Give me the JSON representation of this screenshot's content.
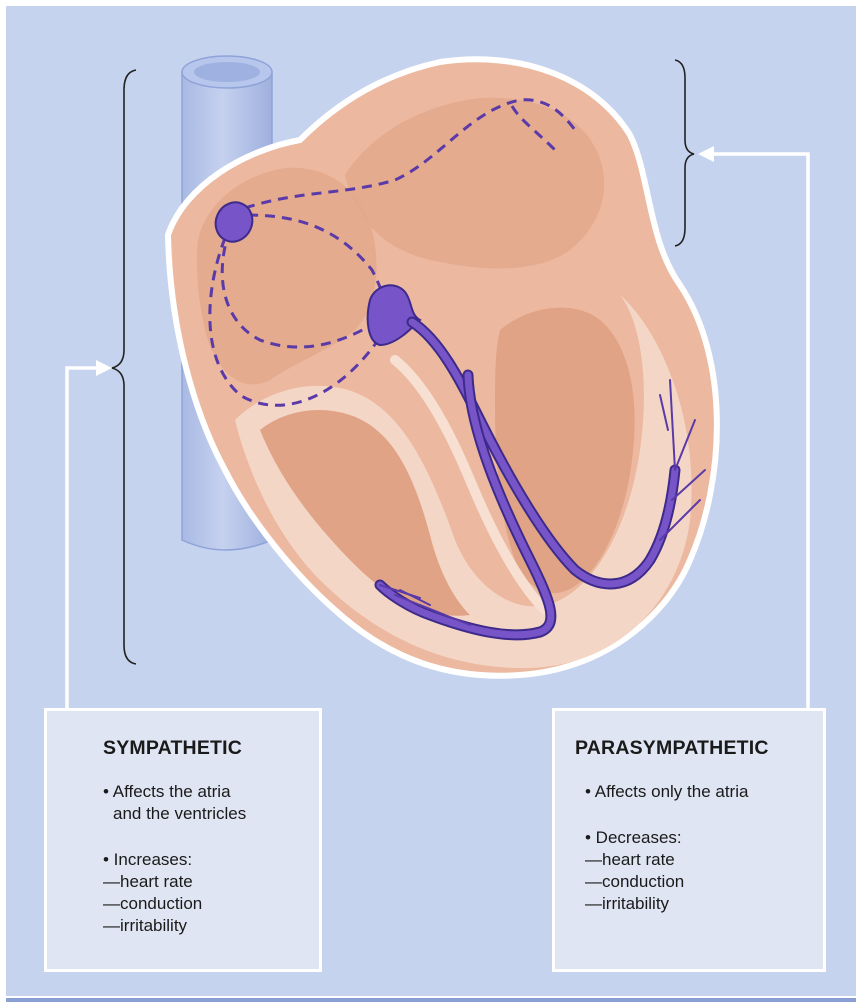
{
  "sympathetic": {
    "title": "SYMPATHETIC",
    "effect_line1": "• Affects the atria",
    "effect_line2": "and the ventricles",
    "increases_label": "• Increases:",
    "items": [
      "—heart rate",
      "—conduction",
      "—irritability"
    ]
  },
  "parasympathetic": {
    "title": "PARASYMPATHETIC",
    "effect_line1": "• Affects only the atria",
    "decreases_label": "• Decreases:",
    "items": [
      "—heart rate",
      "—conduction",
      "—irritability"
    ]
  },
  "colors": {
    "background": "#c6d3ee",
    "box_fill": "#dfe5f2",
    "heart_muscle": "#ecb9a0",
    "heart_chamber": "#e8b096",
    "conduction_system": "#7755c8",
    "vein": "#b9c7ea"
  },
  "icons": [
    "heart-illustration",
    "sa-node",
    "av-node",
    "bundle-branches",
    "purkinje-fibers",
    "vena-cava",
    "bracket",
    "arrow"
  ]
}
